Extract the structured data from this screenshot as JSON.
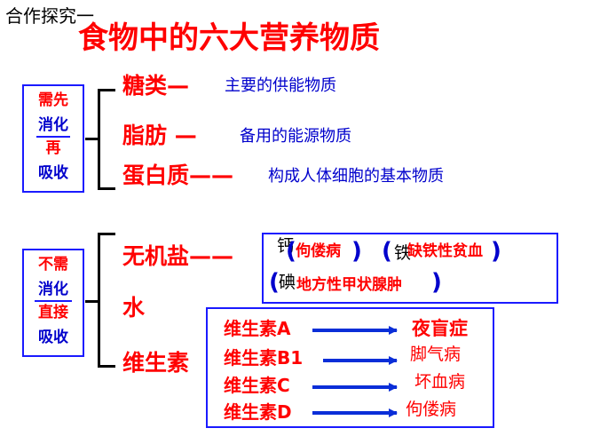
{
  "header": {
    "subtitle": "合作探究一",
    "title": "食物中的六大营养物质"
  },
  "group1": {
    "label_lines": [
      "需先",
      "消化",
      "再",
      "吸收"
    ],
    "items": [
      {
        "name": "糖类—",
        "desc": "主要的供能物质"
      },
      {
        "name": "脂肪 —",
        "desc": "备用的能源物质"
      },
      {
        "name": "蛋白质——",
        "desc": "构成人体细胞的基本物质"
      }
    ]
  },
  "group2": {
    "label_lines": [
      "不需",
      "消化",
      "直接",
      "吸收"
    ],
    "items": [
      {
        "name": "无机盐——"
      },
      {
        "name": "水"
      },
      {
        "name": "维生素"
      }
    ]
  },
  "minerals": {
    "calcium": "钙",
    "calcium_disease": "佝偻病",
    "iron": "铁",
    "iron_disease": "缺铁性贫血",
    "iodine": "碘",
    "iodine_disease": "地方性甲状腺肿"
  },
  "vitamins": [
    {
      "name": "维生素A",
      "disease": "夜盲症"
    },
    {
      "name": "维生素B1",
      "disease": "脚气病"
    },
    {
      "name": "维生素C",
      "disease": "坏血病"
    },
    {
      "name": "维生素D",
      "disease": "佝偻病"
    }
  ],
  "colors": {
    "emphasis": "#ff0000",
    "description": "#0000cc",
    "box_border": "#1a1aff",
    "arrow": "#0a2ed8"
  }
}
